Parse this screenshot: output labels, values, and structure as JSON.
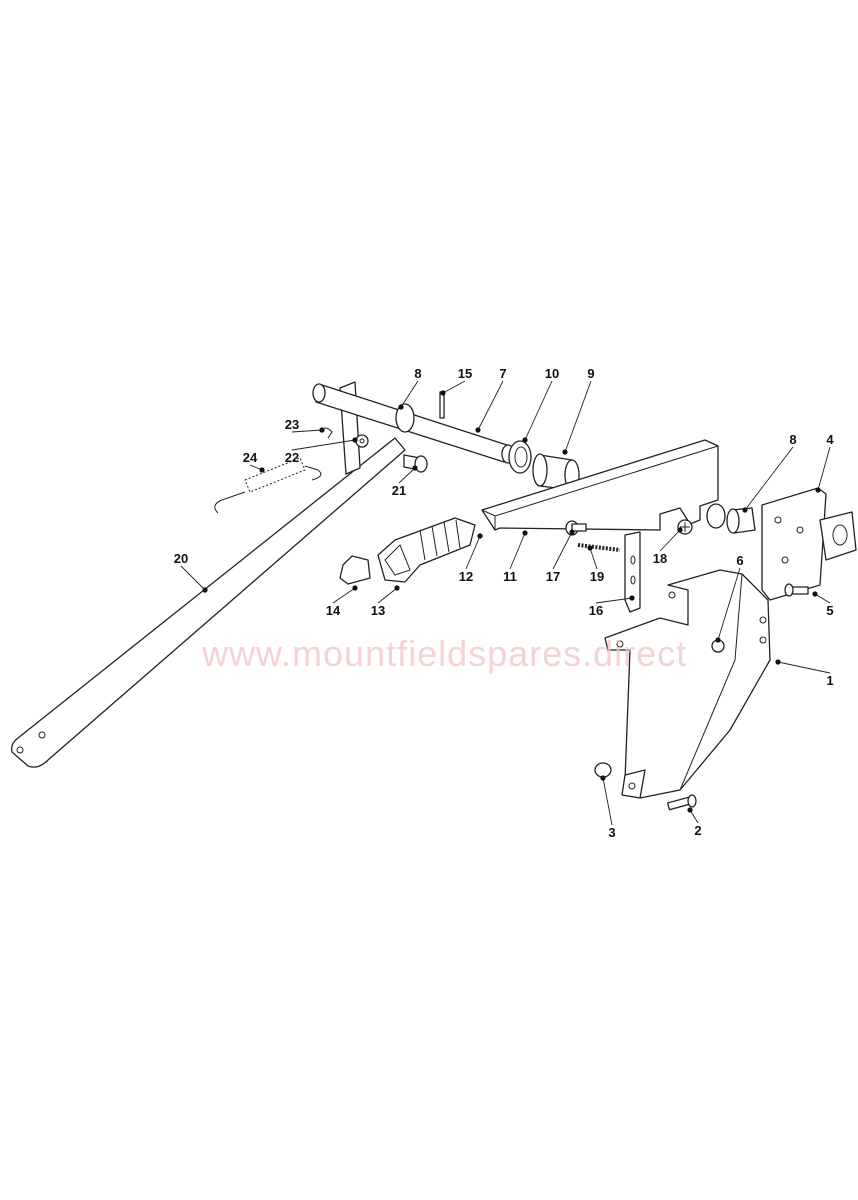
{
  "diagram": {
    "watermark": "www.mountfieldspares.direct",
    "callouts": [
      {
        "id": "c8a",
        "label": "8"
      },
      {
        "id": "c15",
        "label": "15"
      },
      {
        "id": "c7",
        "label": "7"
      },
      {
        "id": "c10",
        "label": "10"
      },
      {
        "id": "c9",
        "label": "9"
      },
      {
        "id": "c23",
        "label": "23"
      },
      {
        "id": "c22",
        "label": "22"
      },
      {
        "id": "c24",
        "label": "24"
      },
      {
        "id": "c21",
        "label": "21"
      },
      {
        "id": "c8b",
        "label": "8"
      },
      {
        "id": "c4",
        "label": "4"
      },
      {
        "id": "c20",
        "label": "20"
      },
      {
        "id": "c12",
        "label": "12"
      },
      {
        "id": "c11",
        "label": "11"
      },
      {
        "id": "c17",
        "label": "17"
      },
      {
        "id": "c19",
        "label": "19"
      },
      {
        "id": "c18",
        "label": "18"
      },
      {
        "id": "c14",
        "label": "14"
      },
      {
        "id": "c13",
        "label": "13"
      },
      {
        "id": "c16",
        "label": "16"
      },
      {
        "id": "c6",
        "label": "6"
      },
      {
        "id": "c5",
        "label": "5"
      },
      {
        "id": "c1",
        "label": "1"
      },
      {
        "id": "c3",
        "label": "3"
      },
      {
        "id": "c2",
        "label": "2"
      }
    ]
  }
}
